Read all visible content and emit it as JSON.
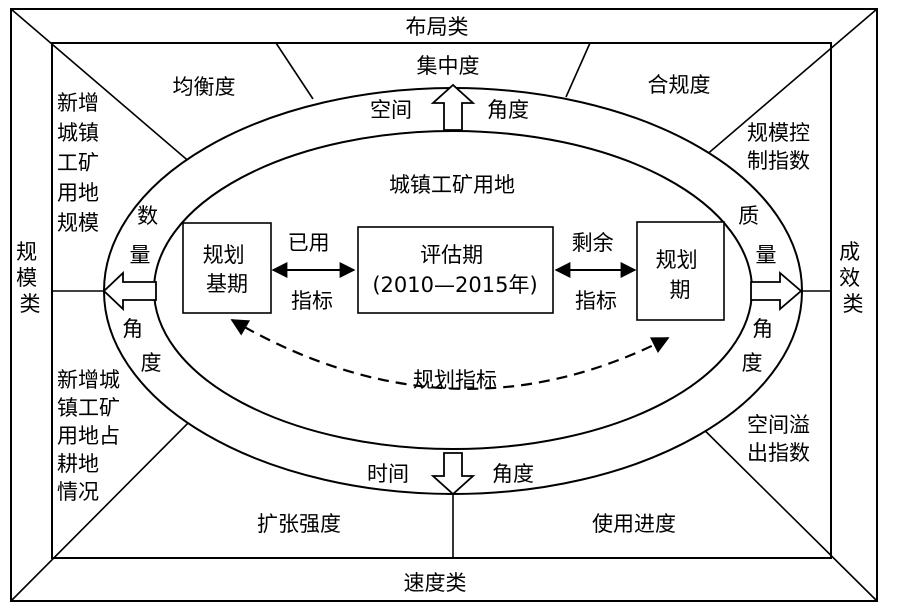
{
  "categories": {
    "top": "布局类",
    "bottom": "速度类",
    "left": [
      "规",
      "模",
      "类"
    ],
    "right": [
      "成",
      "效",
      "类"
    ]
  },
  "zones": {
    "balance": "均衡度",
    "compliance": "合规度",
    "expansion": "扩张强度",
    "usage_progress": "使用进度",
    "new_scale": [
      "新增",
      "城镇",
      "工矿",
      "用地",
      "规模"
    ],
    "new_occupy": [
      "新增城",
      "镇工矿",
      "用地占",
      "耕地",
      "情况"
    ],
    "scale_control": [
      "规模控",
      "制指数"
    ],
    "space_overflow": [
      "空间溢",
      "出指数"
    ]
  },
  "ring": {
    "concentration": "集中度",
    "space": "空间",
    "angle": "角度",
    "time": "时间",
    "quantity": [
      "数",
      "量"
    ],
    "quality": [
      "质",
      "量"
    ],
    "angle_v": [
      "角",
      "度"
    ]
  },
  "center": {
    "title": "城镇工矿用地",
    "base_period": [
      "规划",
      "基期"
    ],
    "eval_period": [
      "评估期",
      "(2010—2015年)"
    ],
    "plan_period": [
      "规划",
      "期"
    ],
    "used": [
      "已用",
      "指标"
    ],
    "remaining": [
      "剩余",
      "指标"
    ],
    "plan_indicator": "规划指标"
  }
}
